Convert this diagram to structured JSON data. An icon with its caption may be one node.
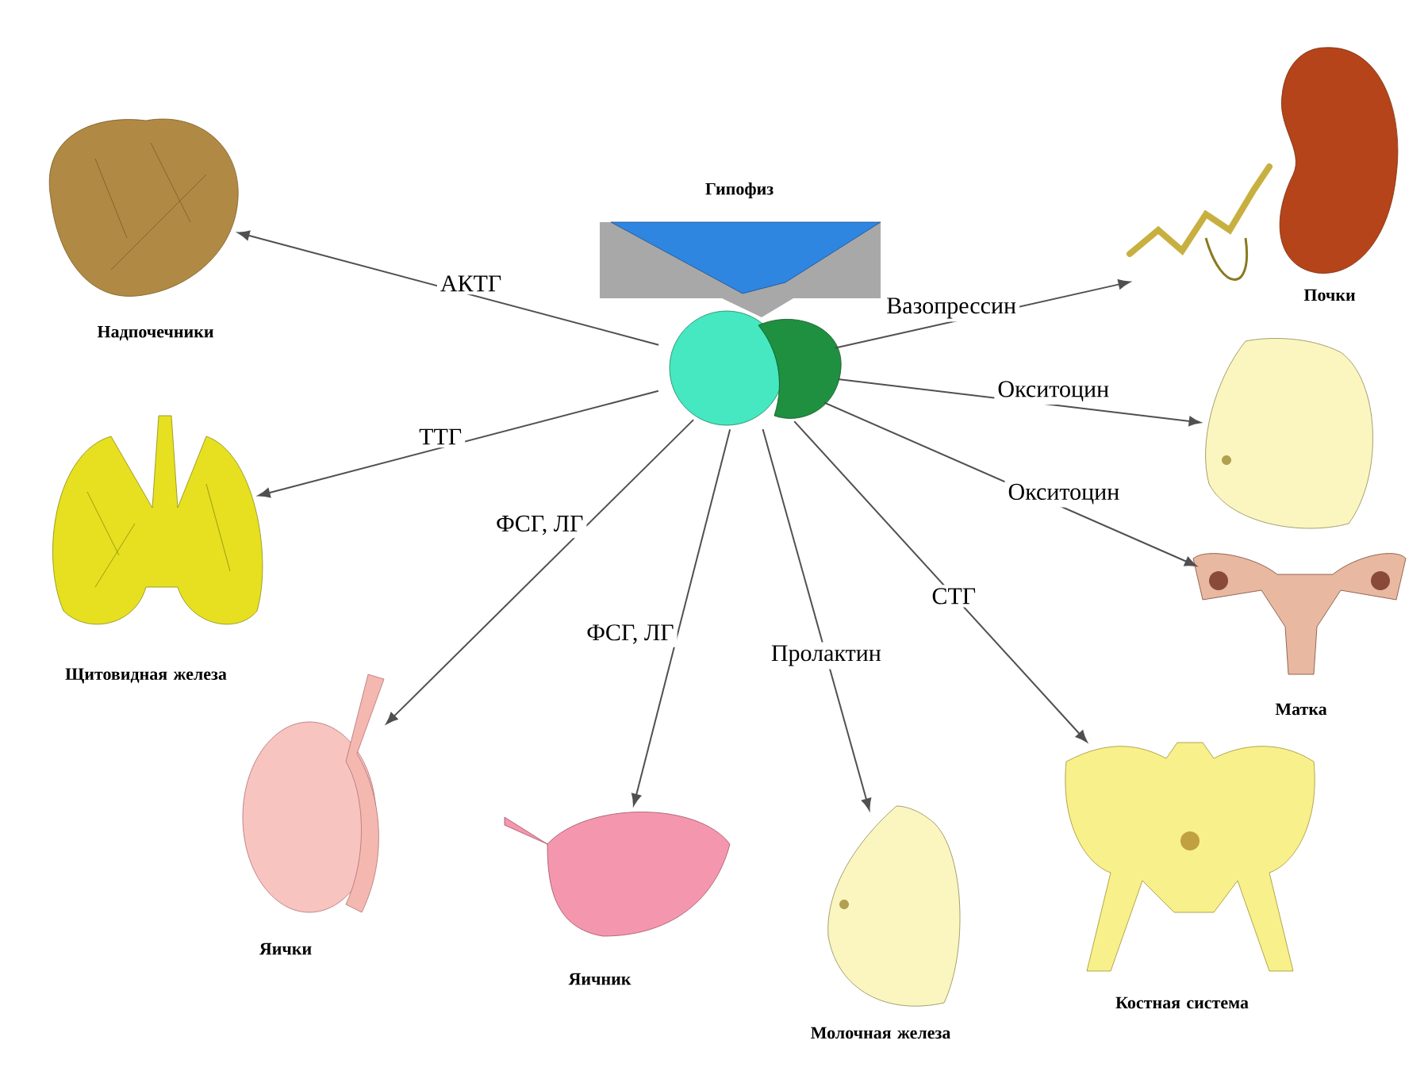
{
  "diagram": {
    "nodes": [
      {
        "text": [
          "Надпочечники"
        ]
      },
      {
        "text": [
          "Гипофиз"
        ]
      },
      {
        "text": [
          "Почки"
        ]
      },
      {
        "text": [
          "Щитовидная железа"
        ]
      },
      {
        "text": [],
        "shape": "picture"
      },
      {
        "text": [
          "Матка"
        ]
      },
      {
        "text": [
          "Яички"
        ]
      },
      {
        "text": [
          "Яичник"
        ]
      },
      {
        "text": [
          "Молочная железа"
        ]
      },
      {
        "text": [
          "Костная система"
        ]
      }
    ],
    "edges": [
      {
        "from": 1,
        "to": 0,
        "arrow": "to",
        "label": "АКТГ"
      },
      {
        "from": 1,
        "to": 3,
        "arrow": "to",
        "label": "ТТГ"
      },
      {
        "from": 1,
        "to": 6,
        "arrow": "to",
        "label": "ФСГ, ЛГ"
      },
      {
        "from": 1,
        "to": 7,
        "arrow": "to",
        "label": "ФСГ, ЛГ"
      },
      {
        "from": 1,
        "to": 8,
        "arrow": "to",
        "label": "Пролактин"
      },
      {
        "from": 1,
        "to": 9,
        "arrow": "to",
        "label": "СТГ"
      },
      {
        "from": 1,
        "to": 5,
        "arrow": "to",
        "label": "Окситоцин"
      },
      {
        "from": 1,
        "to": 4,
        "arrow": "to",
        "label": "Окситоцин"
      },
      {
        "from": 1,
        "to": 2,
        "arrow": "to",
        "label": "Вазопрессин"
      }
    ]
  }
}
